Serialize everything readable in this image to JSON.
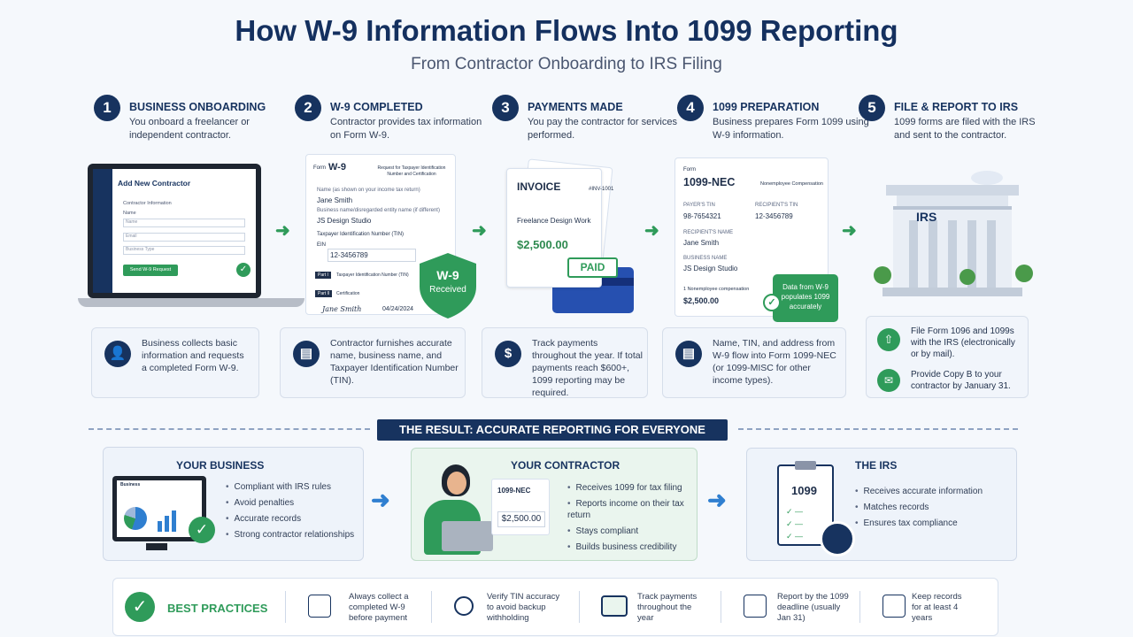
{
  "header": {
    "title": "How W-9 Information Flows Into 1099 Reporting",
    "subtitle": "From Contractor Onboarding to IRS Filing"
  },
  "steps": [
    {
      "num": "1",
      "title": "BUSINESS ONBOARDING",
      "desc": "You onboard a freelancer or independent contractor."
    },
    {
      "num": "2",
      "title": "W-9 COMPLETED",
      "desc": "Contractor provides tax information on Form W-9."
    },
    {
      "num": "3",
      "title": "PAYMENTS MADE",
      "desc": "You pay the contractor for services performed."
    },
    {
      "num": "4",
      "title": "1099 PREPARATION",
      "desc": "Business prepares Form 1099 using W-9 information."
    },
    {
      "num": "5",
      "title": "FILE & REPORT TO IRS",
      "desc": "1099 forms are filed with the IRS and sent to the contractor."
    }
  ],
  "laptop": {
    "header": "Add New Contractor",
    "section": "Contractor Information",
    "field_name": "Name",
    "ph_name": "Name",
    "ph_email": "Email",
    "ph_type": "Business Type",
    "button": "Send W-9 Request"
  },
  "w9": {
    "form_label": "Form",
    "form_name": "W-9",
    "heading": "Request for Taxpayer Identification Number and Certification",
    "name_label": "Name (as shown on your income tax return)",
    "name_value": "Jane Smith",
    "biz_label": "Business name/disregarded entity name (if different)",
    "biz_value": "JS Design Studio",
    "tin_label": "Taxpayer Identification Number (TIN)",
    "ein_label": "EIN",
    "tin_value": "12-3456789",
    "part1": "Part I",
    "part1_text": "Taxpayer Identification Number (TIN)",
    "part2": "Part II",
    "part2_text": "Certification",
    "signature": "Jane Smith",
    "date": "04/24/2024",
    "badge_line1": "W-9",
    "badge_line2": "Received"
  },
  "invoice": {
    "title": "INVOICE",
    "number": "#INV-1001",
    "item": "Freelance Design Work",
    "amount": "$2,500.00",
    "stamp": "PAID"
  },
  "form1099": {
    "form_label": "Form",
    "title": "1099-NEC",
    "subtitle": "Nonemployee Compensation",
    "payer_tin_label": "PAYER'S TIN",
    "payer_tin": "98-7654321",
    "recip_tin_label": "RECIPIENT'S TIN",
    "recip_tin": "12-3456789",
    "recip_name_label": "RECIPIENT'S NAME",
    "recip_name": "Jane Smith",
    "biz_label": "BUSINESS NAME",
    "biz_name": "JS Design Studio",
    "comp_label": "1 Nonemployee compensation",
    "comp_value": "$2,500.00",
    "callout": "Data from W-9 populates 1099 accurately"
  },
  "irs": {
    "sign": "IRS"
  },
  "desc_cards": [
    {
      "icon": "person-icon",
      "glyph": "👤",
      "text": "Business collects basic information and requests a completed Form W-9."
    },
    {
      "icon": "document-icon",
      "glyph": "▤",
      "text": "Contractor furnishes accurate name, business name, and Taxpayer Identification Number (TIN)."
    },
    {
      "icon": "dollar-icon",
      "glyph": "$",
      "text": "Track payments throughout the year. If total payments reach $600+, 1099 reporting may be required."
    },
    {
      "icon": "document-icon",
      "glyph": "▤",
      "text": "Name, TIN, and address from W-9 flow into Form 1099-NEC (or 1099-MISC for other income types)."
    }
  ],
  "file_card": {
    "item1": "File Form 1096 and 1099s with the IRS (electronically or by mail).",
    "item2": "Provide Copy B to your contractor by January 31."
  },
  "result": {
    "banner": "THE RESULT: ACCURATE REPORTING FOR EVERYONE",
    "business": {
      "title": "YOUR BUSINESS",
      "screen_label": "Business",
      "bullets": [
        "Compliant with IRS rules",
        "Avoid penalties",
        "Accurate records",
        "Strong contractor relationships"
      ]
    },
    "contractor": {
      "title": "YOUR CONTRACTOR",
      "form": "1099-NEC",
      "amount": "$2,500.00",
      "bullets": [
        "Receives 1099 for tax filing",
        "Reports income on their tax return",
        "Stays compliant",
        "Builds business credibility"
      ]
    },
    "irs": {
      "title": "THE IRS",
      "clip_form": "1099",
      "bullets": [
        "Receives accurate information",
        "Matches records",
        "Ensures tax compliance"
      ]
    }
  },
  "best_practices": {
    "title": "BEST PRACTICES",
    "items": [
      {
        "icon": "checklist-icon",
        "text": "Always collect a completed W-9 before payment"
      },
      {
        "icon": "magnifier-icon",
        "text": "Verify TIN accuracy to avoid backup withholding"
      },
      {
        "icon": "cash-icon",
        "text": "Track payments throughout the year"
      },
      {
        "icon": "calendar-icon",
        "text": "Report by the 1099 deadline (usually Jan 31)"
      },
      {
        "icon": "records-icon",
        "text": "Keep records for at least 4 years"
      }
    ]
  },
  "colors": {
    "navy": "#17335f",
    "green": "#2f9b5a",
    "blue_arrow": "#2f7fd0"
  }
}
